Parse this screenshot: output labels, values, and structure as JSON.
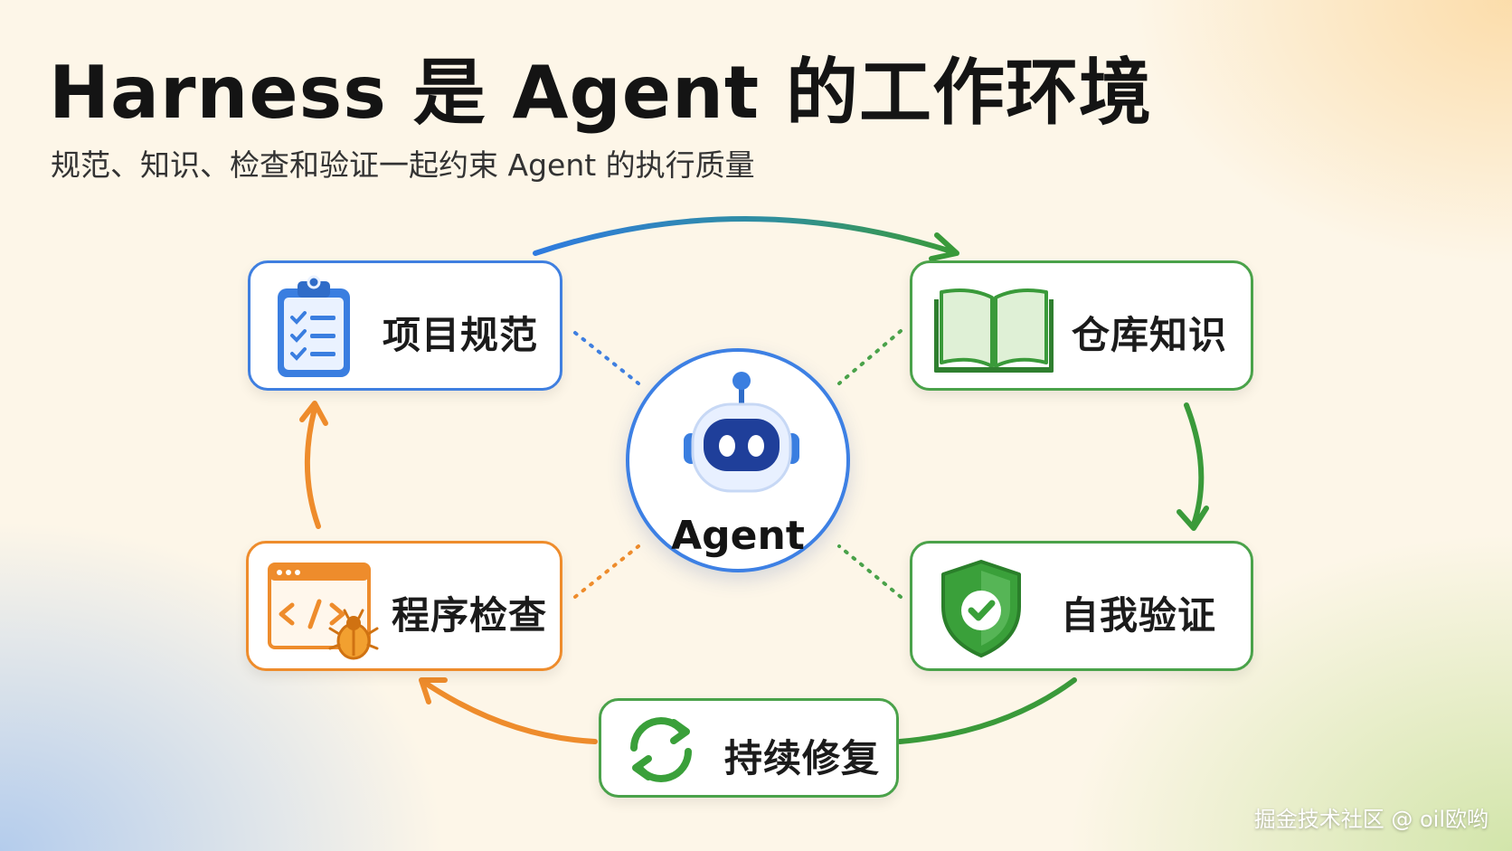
{
  "title": "Harness 是 Agent 的工作环境",
  "subtitle": "规范、知识、检查和验证一起约束 Agent 的执行质量",
  "center": {
    "label": "Agent",
    "icon": "robot-icon"
  },
  "nodes": {
    "spec": {
      "label": "项目规范",
      "icon": "clipboard-checklist-icon",
      "color": "#3f7fe0"
    },
    "knowledge": {
      "label": "仓库知识",
      "icon": "open-book-icon",
      "color": "#4aa24a"
    },
    "verify": {
      "label": "自我验证",
      "icon": "shield-check-icon",
      "color": "#4aa24a"
    },
    "repair": {
      "label": "持续修复",
      "icon": "refresh-cycle-icon",
      "color": "#4aa24a"
    },
    "check": {
      "label": "程序检查",
      "icon": "code-bug-icon",
      "color": "#ee8c2c"
    }
  },
  "watermark": "掘金技术社区 @ oil欧哟"
}
